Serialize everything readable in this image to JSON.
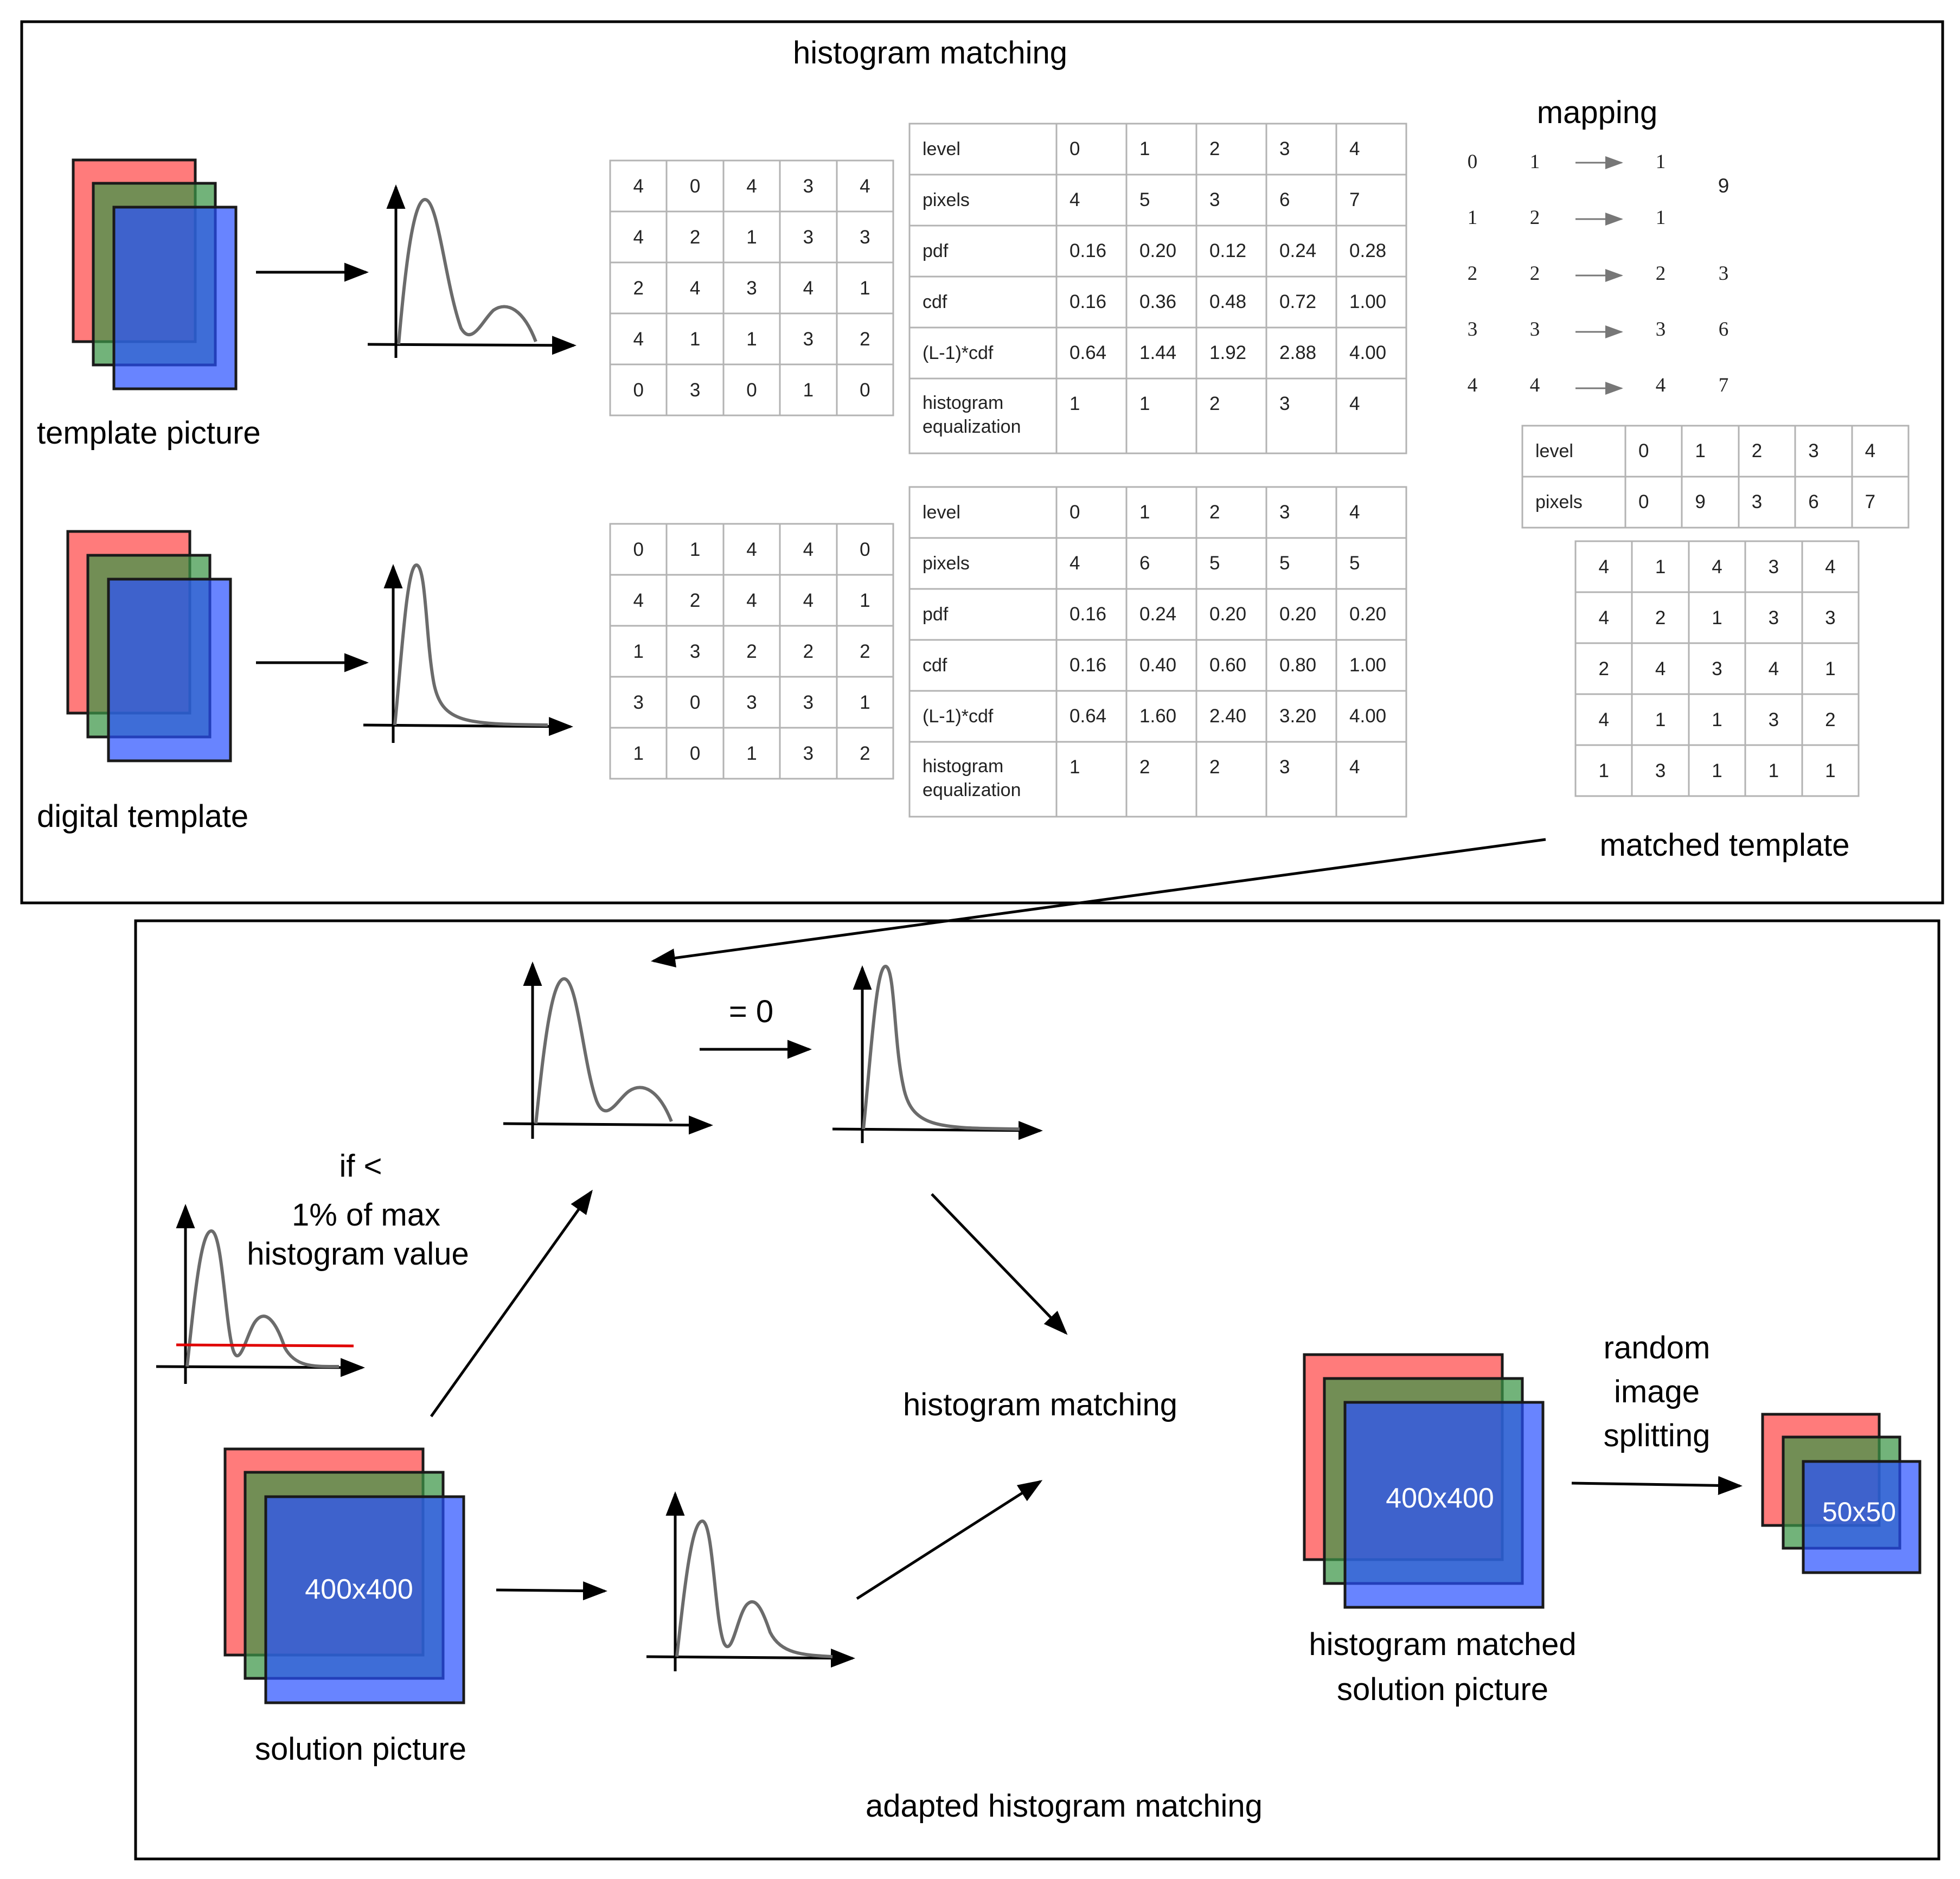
{
  "top_title": "histogram matching",
  "bottom_title": "adapted histogram matching",
  "labels": {
    "template_picture": "template picture",
    "digital_template": "digital template",
    "mapping": "mapping",
    "matched_template": "matched template",
    "histogram_matching": "histogram matching",
    "solution_picture": "solution picture",
    "matched_solution_line1": "histogram matched",
    "matched_solution_line2": "solution picture",
    "random_line1": "random",
    "random_line2": "image",
    "random_line3": "splitting",
    "equals_zero": "= 0",
    "threshold_line1": "if <",
    "threshold_line2": "1% of max",
    "threshold_line3": "histogram value",
    "size_400": "400x400",
    "size_50": "50x50"
  },
  "template_grid": [
    [
      "4",
      "0",
      "4",
      "3",
      "4"
    ],
    [
      "4",
      "2",
      "1",
      "3",
      "3"
    ],
    [
      "2",
      "4",
      "3",
      "4",
      "1"
    ],
    [
      "4",
      "1",
      "1",
      "3",
      "2"
    ],
    [
      "0",
      "3",
      "0",
      "1",
      "0"
    ]
  ],
  "digital_grid": [
    [
      "0",
      "1",
      "4",
      "4",
      "0"
    ],
    [
      "4",
      "2",
      "4",
      "4",
      "1"
    ],
    [
      "1",
      "3",
      "2",
      "2",
      "2"
    ],
    [
      "3",
      "0",
      "3",
      "3",
      "1"
    ],
    [
      "1",
      "0",
      "1",
      "3",
      "2"
    ]
  ],
  "matched_grid": [
    [
      "4",
      "1",
      "4",
      "3",
      "4"
    ],
    [
      "4",
      "2",
      "1",
      "3",
      "3"
    ],
    [
      "2",
      "4",
      "3",
      "4",
      "1"
    ],
    [
      "4",
      "1",
      "1",
      "3",
      "2"
    ],
    [
      "1",
      "3",
      "1",
      "1",
      "1"
    ]
  ],
  "template_stats": {
    "rows": [
      {
        "label": "level",
        "values": [
          "0",
          "1",
          "2",
          "3",
          "4"
        ]
      },
      {
        "label": "pixels",
        "values": [
          "4",
          "5",
          "3",
          "6",
          "7"
        ]
      },
      {
        "label": "pdf",
        "values": [
          "0.16",
          "0.20",
          "0.12",
          "0.24",
          "0.28"
        ]
      },
      {
        "label": "cdf",
        "values": [
          "0.16",
          "0.36",
          "0.48",
          "0.72",
          "1.00"
        ]
      },
      {
        "label": "(L-1)*cdf",
        "values": [
          "0.64",
          "1.44",
          "1.92",
          "2.88",
          "4.00"
        ]
      },
      {
        "label": "histogram\nequalization",
        "values": [
          "1",
          "1",
          "2",
          "3",
          "4"
        ]
      }
    ]
  },
  "digital_stats": {
    "rows": [
      {
        "label": "level",
        "values": [
          "0",
          "1",
          "2",
          "3",
          "4"
        ]
      },
      {
        "label": "pixels",
        "values": [
          "4",
          "6",
          "5",
          "5",
          "5"
        ]
      },
      {
        "label": "pdf",
        "values": [
          "0.16",
          "0.24",
          "0.20",
          "0.20",
          "0.20"
        ]
      },
      {
        "label": "cdf",
        "values": [
          "0.16",
          "0.40",
          "0.60",
          "0.80",
          "1.00"
        ]
      },
      {
        "label": "(L-1)*cdf",
        "values": [
          "0.64",
          "1.60",
          "2.40",
          "3.20",
          "4.00"
        ]
      },
      {
        "label": "histogram\nequalization",
        "values": [
          "1",
          "2",
          "2",
          "3",
          "4"
        ]
      }
    ]
  },
  "mapping_rows": [
    {
      "a": "0",
      "b": "1",
      "c": "1",
      "d": ""
    },
    {
      "a": "1",
      "b": "2",
      "c": "1",
      "d": ""
    },
    {
      "a": "2",
      "b": "2",
      "c": "2",
      "d": "3"
    },
    {
      "a": "3",
      "b": "3",
      "c": "3",
      "d": "6"
    },
    {
      "a": "4",
      "b": "4",
      "c": "4",
      "d": "7"
    }
  ],
  "mapping_extra": "9",
  "matched_stats": {
    "rows": [
      {
        "label": "level",
        "values": [
          "0",
          "1",
          "2",
          "3",
          "4"
        ]
      },
      {
        "label": "pixels",
        "values": [
          "0",
          "9",
          "3",
          "6",
          "7"
        ]
      }
    ]
  }
}
